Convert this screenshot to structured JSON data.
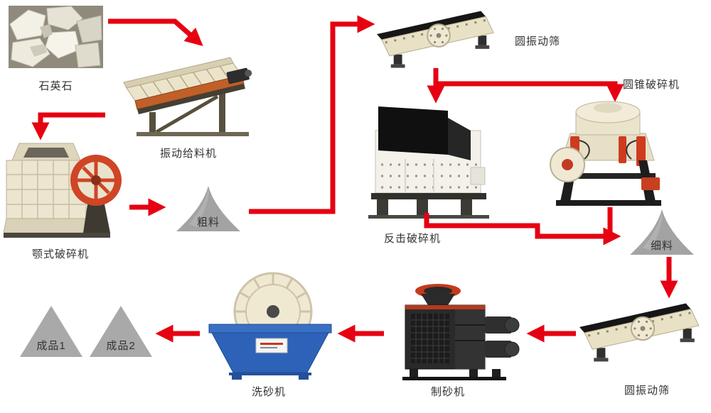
{
  "colors": {
    "arrow_red": "#e60012",
    "machine_cream": "#ece4ca",
    "washer_blue": "#2e62b8",
    "pile_gray": "#a3a3a3",
    "label_text": "#333333"
  },
  "nodes": {
    "quartz": {
      "label": "石英石"
    },
    "feeder": {
      "label": "振动给料机"
    },
    "jaw_crusher": {
      "label": "颚式破碎机"
    },
    "coarse_pile": {
      "label": "粗料"
    },
    "screen_top": {
      "label": "圆振动筛"
    },
    "impact_crusher": {
      "label": "反击破碎机"
    },
    "cone_crusher": {
      "label": "圆锥破碎机"
    },
    "fine_pile": {
      "label": "细料"
    },
    "screen_bottom": {
      "label": "圆振动筛"
    },
    "sand_maker": {
      "label": "制砂机"
    },
    "sand_washer": {
      "label": "洗砂机"
    },
    "product_1": {
      "label": "成品1"
    },
    "product_2": {
      "label": "成品2"
    }
  }
}
